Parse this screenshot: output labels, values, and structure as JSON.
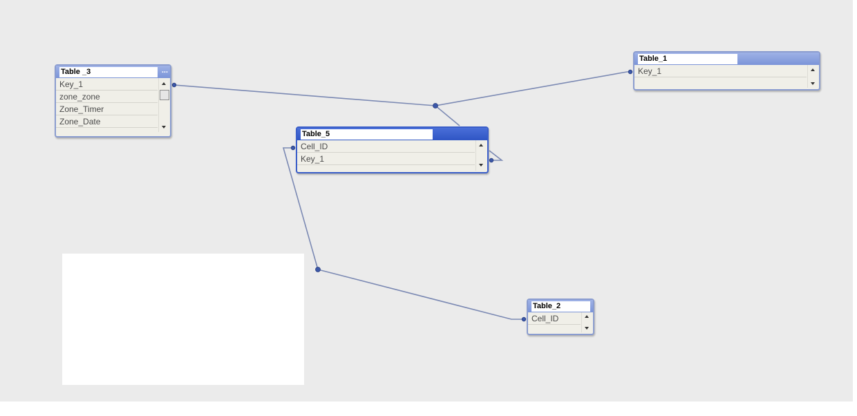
{
  "canvas": {
    "background": "#ebebeb",
    "link_color": "#7b89b3",
    "node_color": "#3b57a8"
  },
  "tables": {
    "table3": {
      "title": "Table _3",
      "dots": "...",
      "fields": [
        "Key_1",
        "zone_zone",
        "Zone_Timer",
        "Zone_Date"
      ]
    },
    "table1": {
      "title": "Table_1",
      "fields": [
        "Key_1"
      ]
    },
    "table5": {
      "title": "Table_5",
      "fields": [
        "Cell_ID",
        "Key_1"
      ],
      "selected": true
    },
    "table2": {
      "title": "Table_2",
      "fields": [
        "Cell_ID"
      ]
    }
  }
}
